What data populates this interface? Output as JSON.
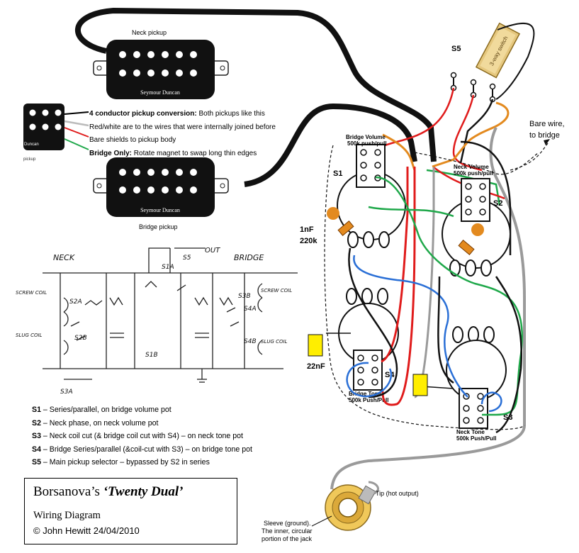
{
  "pickups": {
    "neck_label": "Neck pickup",
    "bridge_label": "Bridge pickup",
    "brand": "Seymour Duncan",
    "small_brand": "Duncan",
    "small_label": "pickup"
  },
  "conversion_notes": [
    {
      "bold": "4 conductor pickup conversion:",
      "text": " Both pickups like this"
    },
    {
      "bold": "",
      "text": "Red/white are to the wires that were internally joined before"
    },
    {
      "bold": "",
      "text": "Bare shields to pickup body"
    },
    {
      "bold": "Bridge Only:",
      "text": " Rotate magnet to swap long thin edges"
    }
  ],
  "switch": {
    "name": "S5",
    "label": "3-way switch"
  },
  "bare_wire_label": [
    "Bare wire,",
    "to bridge"
  ],
  "pots": {
    "bridge_volume": {
      "switch": "S1",
      "label1": "Bridge Volume",
      "label2": "500k push/pull"
    },
    "neck_volume": {
      "switch": "S2",
      "label1": "Neck Volume",
      "label2": "500k push/pull"
    },
    "bridge_tone": {
      "switch": "S4",
      "label1": "Bridge Tone",
      "label2": "500k Push/Pull"
    },
    "neck_tone": {
      "switch": "S3",
      "label1": "Neck Tone",
      "label2": "500k Push/Pull"
    }
  },
  "components": {
    "cap_small": "1nF",
    "resistor": "220k",
    "cap_tone": "22nF"
  },
  "schematic": {
    "neck": "NECK",
    "bridge": "BRIDGE",
    "out": "OUT",
    "s5": "S5",
    "s1a": "S1A",
    "s1b": "S1B",
    "s2a": "S2A",
    "s2b": "S2B",
    "s3a": "S3A",
    "s3b": "S3B",
    "s4a": "S4A",
    "s4b": "S4B",
    "screw_coil": "SCREW COIL",
    "slug_coil": "SLUG COIL"
  },
  "legend": [
    {
      "key": "S1",
      "text": " – Series/parallel, on bridge volume pot"
    },
    {
      "key": "S2",
      "text": " – Neck phase, on neck volume pot"
    },
    {
      "key": "S3",
      "text": " – Neck coil cut (& bridge coil cut with S4) – on neck tone pot"
    },
    {
      "key": "S4",
      "text": " – Bridge Series/parallel (&coil-cut with S3) – on bridge tone pot"
    },
    {
      "key": "S5",
      "text": " – Main pickup selector – bypassed by S2 in series"
    }
  ],
  "title": {
    "prefix": "Borsanova’s ",
    "name": "‘Twenty Dual’",
    "subtitle": "Wiring Diagram",
    "credit": "© John Hewitt 24/04/2010"
  },
  "jack": {
    "tip_label": "Tip (hot output)",
    "sleeve_label": [
      "Sleeve (ground).",
      "The inner, circular",
      "portion of the jack"
    ]
  },
  "colors": {
    "red": "#e01b1b",
    "green": "#1fa84a",
    "blue": "#2a6fd6",
    "orange": "#e38a1f",
    "grey": "#9a9a9a",
    "black": "#000000",
    "yellow": "#ffee00"
  }
}
